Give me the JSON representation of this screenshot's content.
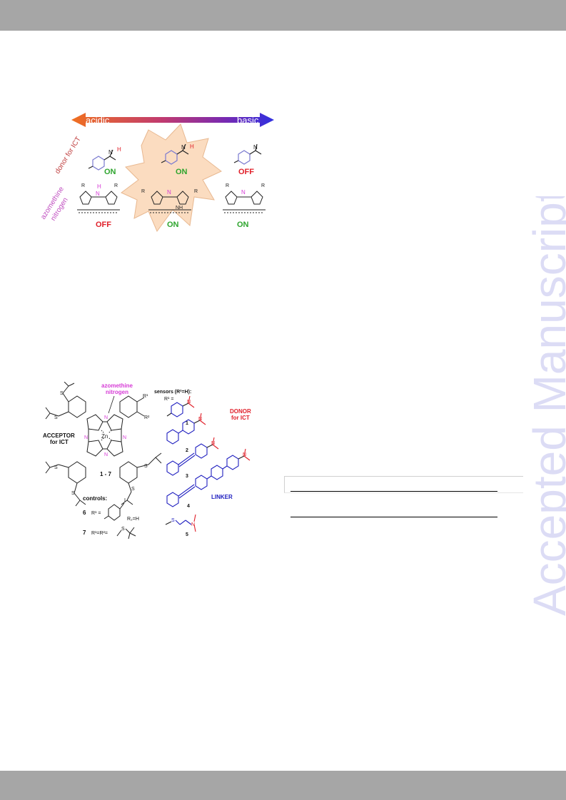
{
  "watermark": {
    "text": "Accepted Manuscript",
    "color": "#dcdcf5"
  },
  "figure1": {
    "arrow_left_label": "acidic",
    "arrow_right_label": "basic",
    "row1_label": "donor for ICT",
    "row2_label_line1": "azomethine",
    "row2_label_line2": "nitrogen",
    "row1_states": [
      "ON",
      "ON",
      "OFF"
    ],
    "row2_states": [
      "OFF",
      "ON",
      "ON"
    ],
    "atom_N": "N",
    "atom_H": "H",
    "atom_R": "R",
    "atom_NH": "NH",
    "colors": {
      "on": "#2ea52e",
      "off": "#e0202a",
      "magenta": "#d63ad6",
      "acid": "#f07020",
      "base": "#3030e0"
    }
  },
  "figure2": {
    "azomethine_line1": "azomethine",
    "azomethine_line2": "nitrogen",
    "acceptor_line1": "ACCEPTOR",
    "acceptor_line2": "for ICT",
    "donor_line1": "DONOR",
    "donor_line2": "for ICT",
    "sensors_label": "sensors (R²=H):",
    "r1_eq": "R¹ =",
    "compound_range": "1 - 7",
    "controls_label": "controls:",
    "control6_num": "6",
    "control6_r1": "R¹ =",
    "control6_r2": "R₂=H",
    "control7_num": "7",
    "control7_r": "R¹=R²=",
    "linker_label": "LINKER",
    "metal": "Zn",
    "atom_S": "S",
    "atom_N": "N",
    "atom_I": "I",
    "R1": "R¹",
    "R2": "R²",
    "sensor_numbers": [
      "1",
      "2",
      "3",
      "4",
      "5"
    ]
  }
}
